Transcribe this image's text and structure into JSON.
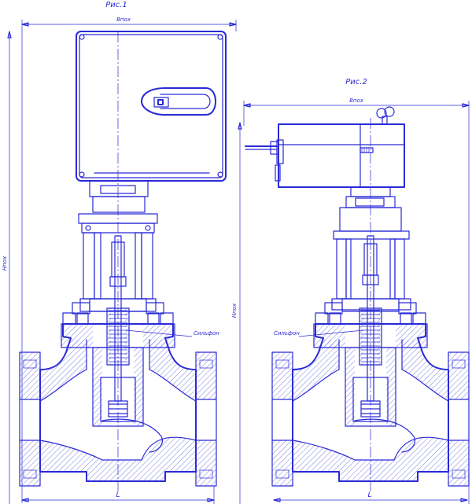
{
  "colors": {
    "line": "#2a2ad6"
  },
  "fig1": {
    "title": "Рис.1",
    "width_label": "Впох",
    "height_label": "Нпох",
    "length_label": "L",
    "callout": "Сильфон"
  },
  "fig2": {
    "title": "Рис.2",
    "width_label": "Впох",
    "height_label": "Нпох",
    "length_label": "L",
    "callout": "Сильфон"
  }
}
